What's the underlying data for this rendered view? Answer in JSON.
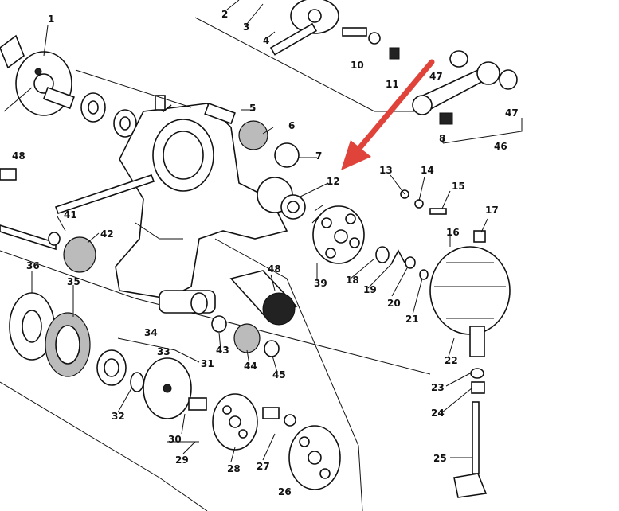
{
  "callouts": [
    {
      "id": "c1",
      "text": "1"
    },
    {
      "id": "c2",
      "text": "2"
    },
    {
      "id": "c3",
      "text": "3"
    },
    {
      "id": "c4",
      "text": "4"
    },
    {
      "id": "c5",
      "text": "5"
    },
    {
      "id": "c6",
      "text": "6"
    },
    {
      "id": "c7",
      "text": "7"
    },
    {
      "id": "c8",
      "text": "8"
    },
    {
      "id": "c10",
      "text": "10"
    },
    {
      "id": "c11",
      "text": "11"
    },
    {
      "id": "c12",
      "text": "12"
    },
    {
      "id": "c13",
      "text": "13"
    },
    {
      "id": "c14",
      "text": "14"
    },
    {
      "id": "c15",
      "text": "15"
    },
    {
      "id": "c16",
      "text": "16"
    },
    {
      "id": "c17",
      "text": "17"
    },
    {
      "id": "c18",
      "text": "18"
    },
    {
      "id": "c19",
      "text": "19"
    },
    {
      "id": "c20",
      "text": "20"
    },
    {
      "id": "c21",
      "text": "21"
    },
    {
      "id": "c22",
      "text": "22"
    },
    {
      "id": "c23",
      "text": "23"
    },
    {
      "id": "c24",
      "text": "24"
    },
    {
      "id": "c25",
      "text": "25"
    },
    {
      "id": "c26",
      "text": "26"
    },
    {
      "id": "c27",
      "text": "27"
    },
    {
      "id": "c28",
      "text": "28"
    },
    {
      "id": "c29",
      "text": "29"
    },
    {
      "id": "c30",
      "text": "30"
    },
    {
      "id": "c31",
      "text": "31"
    },
    {
      "id": "c32",
      "text": "32"
    },
    {
      "id": "c33",
      "text": "33"
    },
    {
      "id": "c34",
      "text": "34"
    },
    {
      "id": "c35",
      "text": "35"
    },
    {
      "id": "c36",
      "text": "36"
    },
    {
      "id": "c41",
      "text": "41"
    },
    {
      "id": "c42",
      "text": "42"
    },
    {
      "id": "c43",
      "text": "43"
    },
    {
      "id": "c44",
      "text": "44"
    },
    {
      "id": "c45",
      "text": "45"
    },
    {
      "id": "c46",
      "text": "46"
    },
    {
      "id": "c47a",
      "text": "47"
    },
    {
      "id": "c47b",
      "text": "47"
    },
    {
      "id": "c48a",
      "text": "48"
    },
    {
      "id": "c48b",
      "text": "48"
    },
    {
      "id": "c39",
      "text": "39"
    }
  ],
  "colors": {
    "arrow": "#e0433a",
    "ink": "#111111",
    "paper": "#ffffff"
  }
}
